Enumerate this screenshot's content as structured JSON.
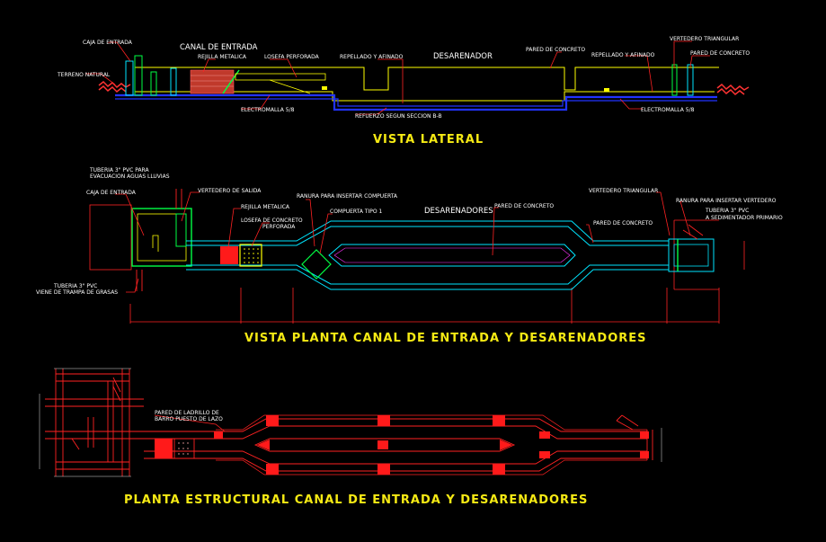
{
  "colors": {
    "background": "#000000",
    "lines_primary": "#ffff00",
    "lines_water": "#00e5ff",
    "lines_steel": "#2233ff",
    "leaders": "#ff2222",
    "green": "#00ff44",
    "brick": "#c0392b",
    "magenta": "#ff33ff",
    "text": "#ffffff",
    "title": "#f6ea14"
  },
  "titles": {
    "lateral": "VISTA LATERAL",
    "plan": "VISTA PLANTA CANAL DE ENTRADA Y DESARENADORES",
    "structural": "PLANTA ESTRUCTURAL CANAL DE ENTRADA Y DESARENADORES"
  },
  "lateral": {
    "caja_entrada": "CAJA DE ENTRADA",
    "canal_entrada": "CANAL DE ENTRADA",
    "rejilla": "REJILLA METALICA",
    "losefa": "LOSEFA PERFORADA",
    "repellado1": "REPELLADO Y AFINADO",
    "desarenador": "DESARENADOR",
    "pared1": "PARED DE CONCRETO",
    "repellado2": "REPELLADO Y AFINADO",
    "vertedero": "VERTEDERO TRIANGULAR",
    "pared2": "PARED DE CONCRETO",
    "terreno": "TERRENO NATURAL",
    "electromalla1": "ELECTROMALLA 5/8",
    "refuerzo": "REFUERZO SEGUN SECCION B-B",
    "electromalla2": "ELECTROMALLA 5/8"
  },
  "plan": {
    "tuberia_pvc_1": "TUBERIA 3\" PVC PARA",
    "tuberia_pvc_2": "EVACUACION AGUAS LLUVIAS",
    "caja_entrada": "CAJA DE ENTRADA",
    "vertedero_salida": "VERTEDERO DE SALIDA",
    "rejilla": "REJILLA METALICA",
    "losefa_1": "LOSEFA DE CONCRETO",
    "losefa_2": "PERFORADA",
    "ranura": "RANURA PARA INSERTAR COMPUERTA",
    "compuerta": "COMPUERTA TIPO 1",
    "desarenadores": "DESARENADORES",
    "pared1": "PARED DE CONCRETO",
    "vertedero_tri": "VERTEDERO TRIANGULAR",
    "pared2": "PARED DE CONCRETO",
    "ranura_vert": "RANURA PARA INSERTAR VERTEDERO",
    "tuberia_sed_1": "TUBERIA 3\" PVC",
    "tuberia_sed_2": "A SEDIMENTADOR PRIMARIO",
    "tuberia_trampa_1": "TUBERIA 3\" PVC",
    "tuberia_trampa_2": "VIENE DE TRAMPA DE GRASAS"
  },
  "structural": {
    "pared_ladrillo_1": "PARED DE LADRILLO DE",
    "pared_ladrillo_2": "BARRO PUESTO DE LAZO"
  }
}
